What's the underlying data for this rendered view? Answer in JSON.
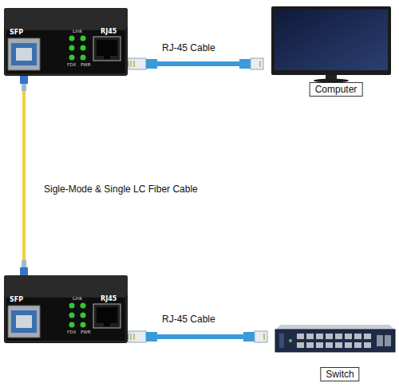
{
  "diagram": {
    "nodes": [
      {
        "text": [
          "SFP",
          "Link",
          "RJ45",
          "FDX",
          "PWR"
        ]
      },
      {
        "text": [
          "Computer"
        ]
      },
      {
        "text": [
          "SFP",
          "Link",
          "RJ45",
          "FDX",
          "PWR"
        ]
      },
      {
        "text": [
          "Switch"
        ]
      }
    ],
    "edges": [
      {
        "from": 0,
        "to": 1,
        "label": "RJ-45 Cable",
        "arrow": "none"
      },
      {
        "from": 0,
        "to": 2,
        "label": "Sigle-Mode & Single LC Fiber Cable",
        "arrow": "none"
      },
      {
        "from": 2,
        "to": 3,
        "label": "RJ-45 Cable",
        "arrow": "none"
      }
    ]
  }
}
